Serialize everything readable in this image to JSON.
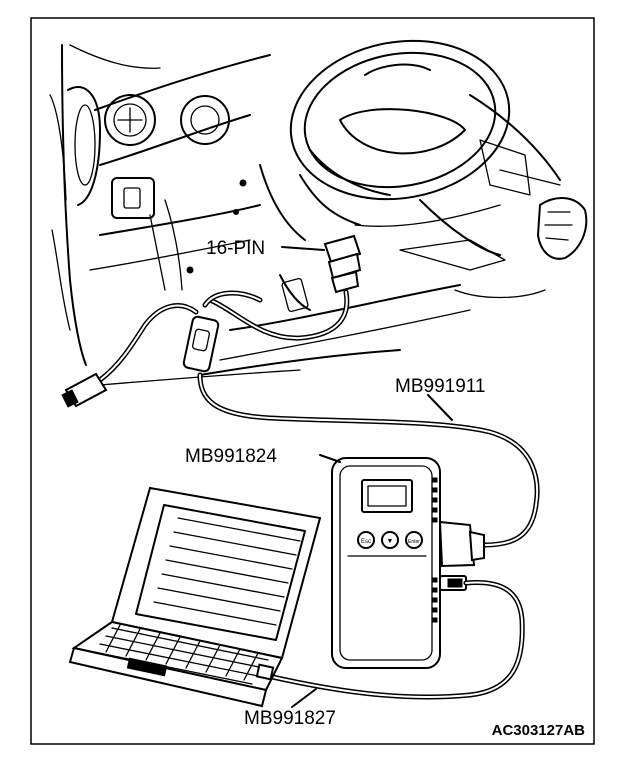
{
  "labels": {
    "connector": "16-PIN",
    "cable_main": "MB991911",
    "interface": "MB991824",
    "cable_usb": "MB991827",
    "figure_code": "AC303127AB"
  },
  "device_buttons": {
    "left": "Esc",
    "center": "▼",
    "right": "Enter"
  }
}
